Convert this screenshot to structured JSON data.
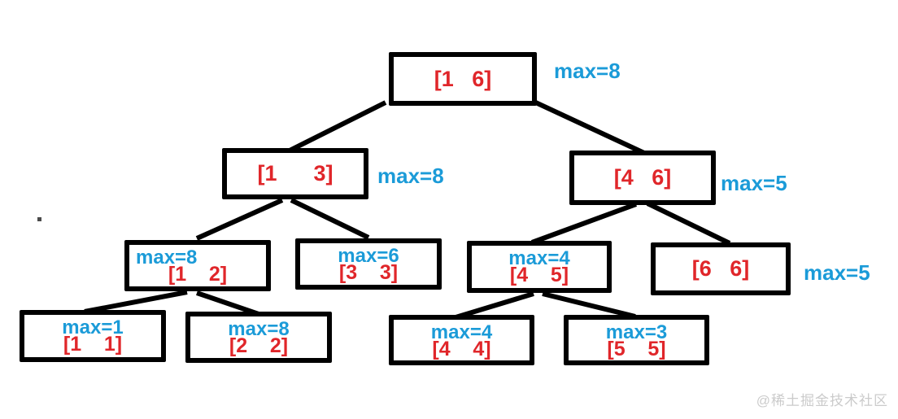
{
  "diagram": {
    "type": "segment-tree",
    "description_visible": false
  },
  "colors": {
    "range_text": "#e0262a",
    "max_text": "#1b9bd8",
    "box_border": "#000000",
    "edge": "#000000",
    "watermark": "#cbcbcb",
    "background": "#ffffff"
  },
  "tree": {
    "nodes": [
      {
        "id": "1-6",
        "range": "[1   6]",
        "max": "max=8",
        "max_placement": "outside-right"
      },
      {
        "id": "1-3",
        "range": "[1      3]",
        "max": "max=8",
        "max_placement": "outside-right"
      },
      {
        "id": "4-6",
        "range": "[4   6]",
        "max": "max=5",
        "max_placement": "outside-right"
      },
      {
        "id": "1-2",
        "range": "[1    2]",
        "max": "max=8",
        "max_placement": "inside-top"
      },
      {
        "id": "3-3",
        "range": "[3    3]",
        "max": "max=6",
        "max_placement": "inside-top"
      },
      {
        "id": "4-5",
        "range": "[4    5]",
        "max": "max=4",
        "max_placement": "inside-top"
      },
      {
        "id": "6-6",
        "range": "[6   6]",
        "max": "max=5",
        "max_placement": "outside-right"
      },
      {
        "id": "1-1",
        "range": "[1    1]",
        "max": "max=1",
        "max_placement": "inside-top"
      },
      {
        "id": "2-2",
        "range": "[2    2]",
        "max": "max=8",
        "max_placement": "inside-top"
      },
      {
        "id": "4-4",
        "range": "[4    4]",
        "max": "max=4",
        "max_placement": "inside-top"
      },
      {
        "id": "5-5",
        "range": "[5    5]",
        "max": "max=3",
        "max_placement": "inside-top"
      }
    ],
    "edges": [
      {
        "from": "1-6",
        "to": "1-3"
      },
      {
        "from": "1-6",
        "to": "4-6"
      },
      {
        "from": "1-3",
        "to": "1-2"
      },
      {
        "from": "1-3",
        "to": "3-3"
      },
      {
        "from": "4-6",
        "to": "4-5"
      },
      {
        "from": "4-6",
        "to": "6-6"
      },
      {
        "from": "1-2",
        "to": "1-1"
      },
      {
        "from": "1-2",
        "to": "2-2"
      },
      {
        "from": "4-5",
        "to": "4-4"
      },
      {
        "from": "4-5",
        "to": "5-5"
      }
    ]
  },
  "watermark": {
    "text": "@稀土掘金技术社区"
  }
}
